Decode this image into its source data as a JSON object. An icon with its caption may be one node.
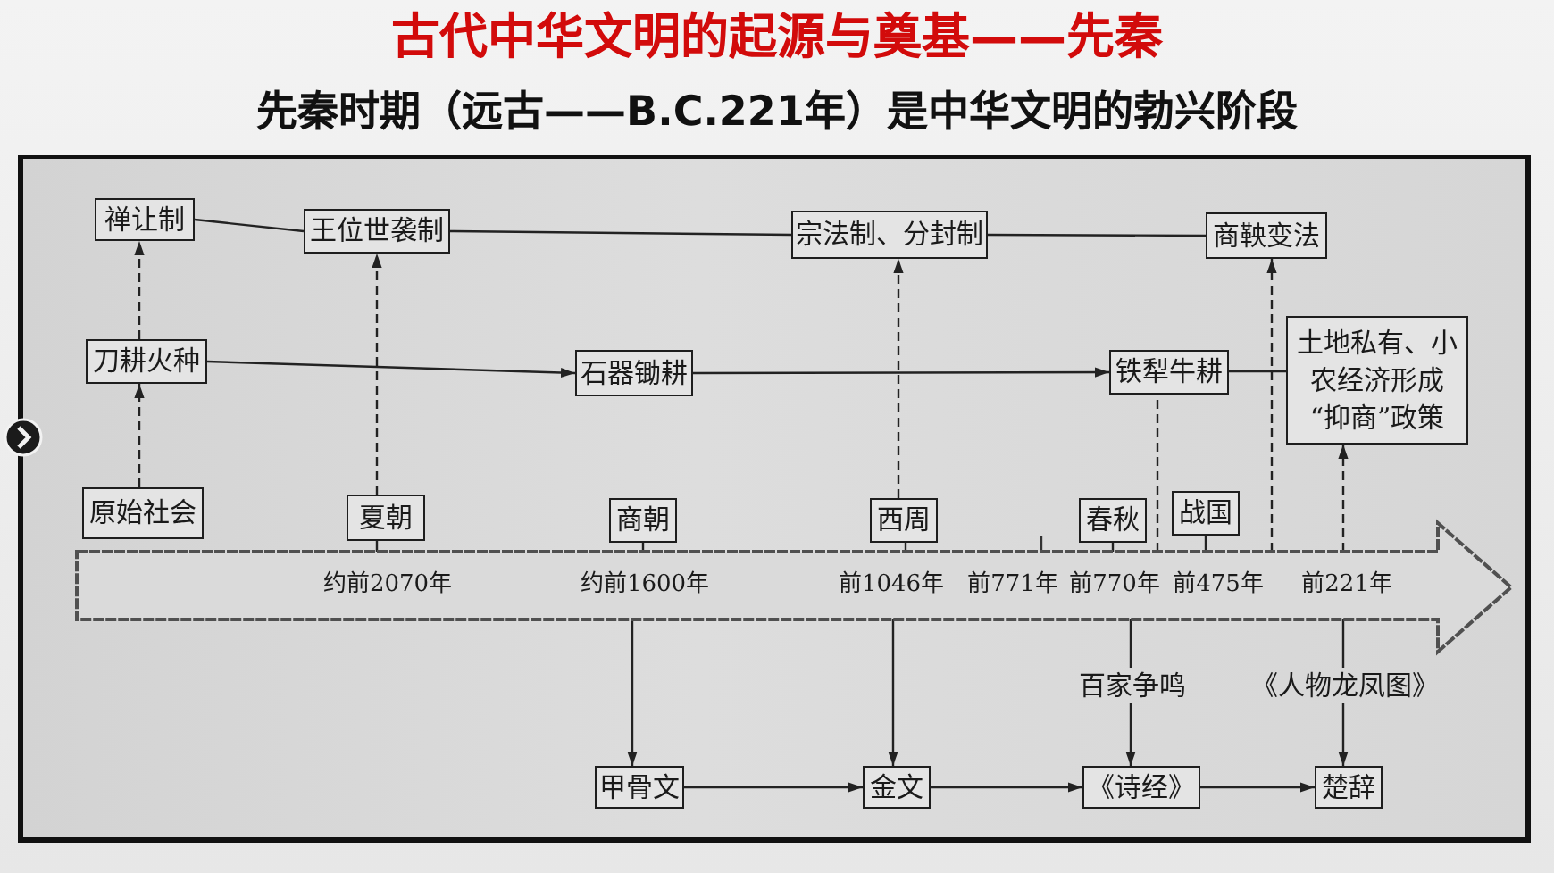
{
  "diagram": {
    "title": "古代中华文明的起源与奠基——先秦",
    "nodes": [
      {
        "text": [
          "禅让制"
        ]
      },
      {
        "text": [
          "王位世袭制"
        ]
      },
      {
        "text": [
          "宗法制、分封制"
        ]
      },
      {
        "text": [
          "商鞅变法"
        ]
      },
      {
        "text": [
          "刀耕火种"
        ]
      },
      {
        "text": [
          "石器锄耕"
        ]
      },
      {
        "text": [
          "铁犁牛耕"
        ]
      },
      {
        "text": [
          "土地私有、小农经济形成“抑商”政策"
        ]
      },
      {
        "text": [
          "原始社会"
        ]
      },
      {
        "text": [
          "夏朝"
        ]
      },
      {
        "text": [
          "商朝"
        ]
      },
      {
        "text": [
          "西周"
        ]
      },
      {
        "text": [
          "春秋"
        ]
      },
      {
        "text": [
          "战国"
        ]
      },
      {
        "text": [
          "约前2070年",
          "约前1600年",
          "前1046年",
          "前771年",
          "前770年",
          "前475年",
          "前221年"
        ]
      },
      {
        "text": [
          "百家争鸣"
        ]
      },
      {
        "text": [
          "《人物龙凤图》"
        ]
      },
      {
        "text": [
          "甲骨文"
        ]
      },
      {
        "text": [
          "金文"
        ]
      },
      {
        "text": [
          "《诗经》"
        ]
      },
      {
        "text": [
          "楚辞"
        ]
      }
    ],
    "edges": [
      {
        "from": 0,
        "to": 1,
        "arrow": "none"
      },
      {
        "from": 1,
        "to": 2,
        "arrow": "none"
      },
      {
        "from": 2,
        "to": 3,
        "arrow": "none"
      },
      {
        "from": 4,
        "to": 5,
        "arrow": "to"
      },
      {
        "from": 5,
        "to": 6,
        "arrow": "to"
      },
      {
        "from": 6,
        "to": 7,
        "arrow": "none"
      },
      {
        "from": 8,
        "to": 4,
        "arrow": "to",
        "style": "dashed"
      },
      {
        "from": 4,
        "to": 0,
        "arrow": "to",
        "style": "dashed"
      },
      {
        "from": 9,
        "to": 1,
        "arrow": "to",
        "style": "dashed"
      },
      {
        "from": 11,
        "to": 2,
        "arrow": "to",
        "style": "dashed"
      },
      {
        "from": 14,
        "to": 6,
        "arrow": "none",
        "style": "dashed"
      },
      {
        "from": 14,
        "to": 3,
        "arrow": "to",
        "style": "dashed"
      },
      {
        "from": 14,
        "to": 7,
        "arrow": "to",
        "style": "dashed"
      },
      {
        "from": 9,
        "to": 14,
        "arrow": "none"
      },
      {
        "from": 10,
        "to": 14,
        "arrow": "none"
      },
      {
        "from": 11,
        "to": 14,
        "arrow": "none"
      },
      {
        "from": 12,
        "to": 14,
        "arrow": "none"
      },
      {
        "from": 13,
        "to": 14,
        "arrow": "none"
      },
      {
        "from": 14,
        "to": 17,
        "arrow": "to"
      },
      {
        "from": 14,
        "to": 18,
        "arrow": "to"
      },
      {
        "from": 14,
        "to": 15,
        "arrow": "none"
      },
      {
        "from": 14,
        "to": 16,
        "arrow": "none"
      },
      {
        "from": 15,
        "to": 19,
        "arrow": "to"
      },
      {
        "from": 16,
        "to": 20,
        "arrow": "to"
      },
      {
        "from": 17,
        "to": 18,
        "arrow": "to"
      },
      {
        "from": 18,
        "to": 19,
        "arrow": "to"
      },
      {
        "from": 19,
        "to": 20,
        "arrow": "to"
      }
    ],
    "labels": [
      "先秦时期（远古——B.C.221年）是中华文明的勃兴阶段"
    ]
  }
}
